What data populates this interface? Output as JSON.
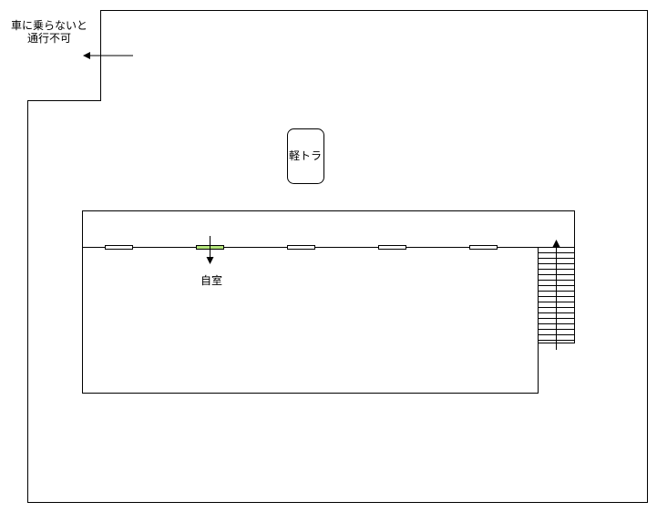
{
  "labels": {
    "warning_line1": "車に乗らないと",
    "warning_line2": "通行不可",
    "light_truck": "軽トラ",
    "my_room": "自室"
  },
  "colors": {
    "stroke": "#000000",
    "background": "#ffffff",
    "highlighted_door": "#b3e57a"
  }
}
